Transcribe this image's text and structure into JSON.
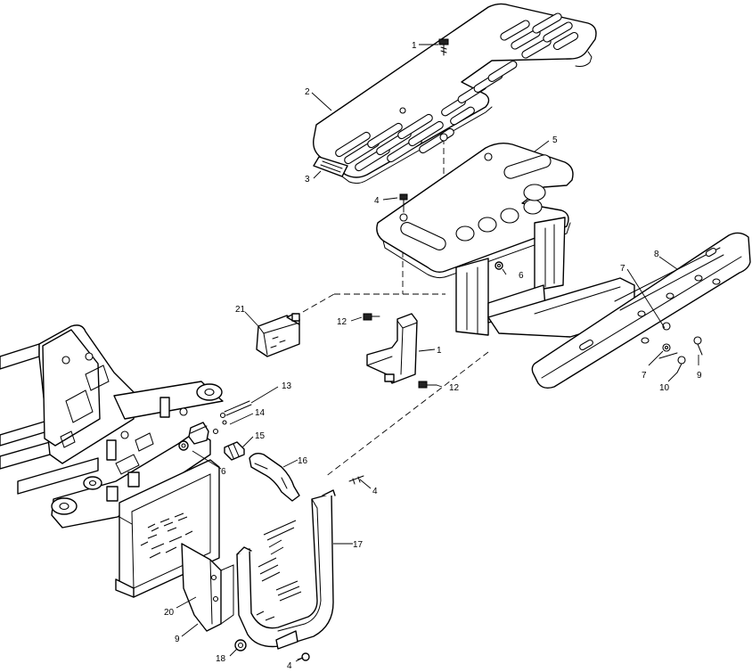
{
  "diagram": {
    "callouts": [
      {
        "id": "c1",
        "text": "1"
      },
      {
        "id": "c2",
        "text": "2"
      },
      {
        "id": "c3",
        "text": "3"
      },
      {
        "id": "c4a",
        "text": "4"
      },
      {
        "id": "c5",
        "text": "5"
      },
      {
        "id": "c6a",
        "text": "6"
      },
      {
        "id": "c7a",
        "text": "7"
      },
      {
        "id": "c8",
        "text": "8"
      },
      {
        "id": "c21",
        "text": "21"
      },
      {
        "id": "c12a",
        "text": "12"
      },
      {
        "id": "c1b",
        "text": "1"
      },
      {
        "id": "c12b",
        "text": "12"
      },
      {
        "id": "c7b",
        "text": "7"
      },
      {
        "id": "c9a",
        "text": "9"
      },
      {
        "id": "c10",
        "text": "10"
      },
      {
        "id": "c13",
        "text": "13"
      },
      {
        "id": "c14",
        "text": "14"
      },
      {
        "id": "c15",
        "text": "15"
      },
      {
        "id": "c6b",
        "text": "6"
      },
      {
        "id": "c16",
        "text": "16"
      },
      {
        "id": "c4b",
        "text": "4"
      },
      {
        "id": "c17",
        "text": "17"
      },
      {
        "id": "c20",
        "text": "20"
      },
      {
        "id": "c9b",
        "text": "9"
      },
      {
        "id": "c18",
        "text": "18"
      },
      {
        "id": "c4c",
        "text": "4"
      }
    ]
  }
}
